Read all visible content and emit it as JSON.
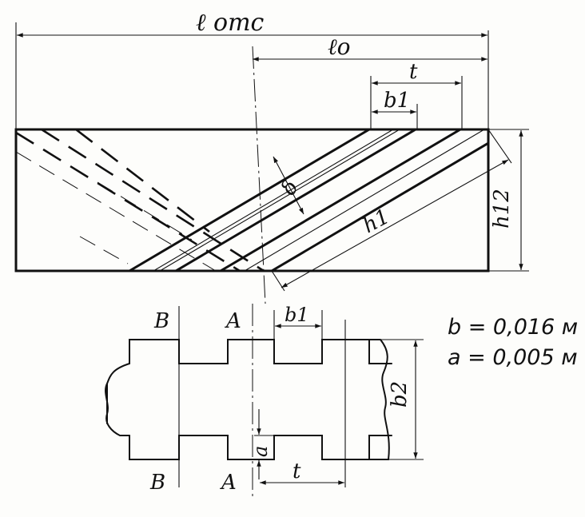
{
  "labels": {
    "l_total": "ℓ отс",
    "l_zero": "ℓo",
    "t_top": "t",
    "b1_top": "b1",
    "delta": "δ",
    "h1": "h1",
    "h12": "h12",
    "b1_bottom": "b1",
    "b2": "b2",
    "a": "a",
    "t_bottom": "t",
    "section_B_top": "B",
    "section_A_top": "A",
    "section_B_bottom": "B",
    "section_A_bottom": "A"
  },
  "notes": {
    "b_value": "b = 0,016 м",
    "a_value": "a = 0,005 м"
  }
}
